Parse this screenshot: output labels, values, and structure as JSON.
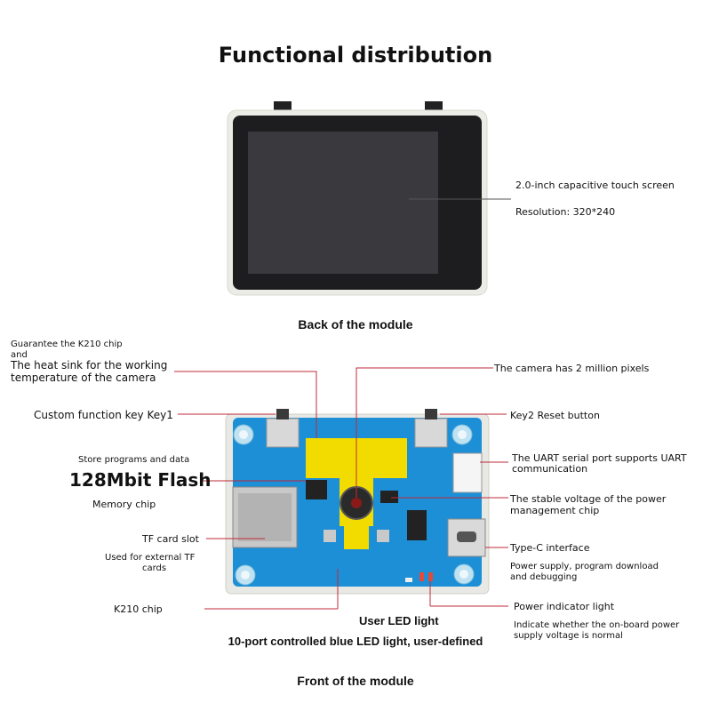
{
  "title": "Functional distribution",
  "back": {
    "caption": "Back of the module",
    "screen_label": "2.0-inch capacitive touch screen",
    "resolution_label": "Resolution: 320*240"
  },
  "front": {
    "caption": "Front of the module",
    "labels": {
      "heat_sink_line1": "Guarantee the K210 chip",
      "heat_sink_line2": "and",
      "heat_sink_line3": "The heat sink for the working",
      "heat_sink_line4": "temperature of the camera",
      "key1": "Custom function key Key1",
      "store": "Store programs and data",
      "flash": "128Mbit Flash",
      "memory": "Memory chip",
      "tf_slot": "TF card slot",
      "tf_desc_line1": "Used for external TF",
      "tf_desc_line2": "cards",
      "k210": "K210 chip",
      "camera": "The camera has 2 million pixels",
      "key2": "Key2 Reset button",
      "uart_line1": "The UART serial port supports UART",
      "uart_line2": "communication",
      "voltage_line1": "The stable voltage of the power",
      "voltage_line2": "management chip",
      "typec": "Type-C interface",
      "typec_desc_line1": "Power supply, program download",
      "typec_desc_line2": "and debugging",
      "power_light": "Power indicator light",
      "power_desc_line1": "Indicate whether the on-board power",
      "power_desc_line2": "supply voltage is normal",
      "user_led": "User LED light",
      "led_desc": "10-port controlled blue LED light, user-defined"
    }
  },
  "colors": {
    "pcb": "#1c8fd6",
    "heatsink": "#f2dc00",
    "line": "#c0283a",
    "screen": "#1b1b1d"
  }
}
